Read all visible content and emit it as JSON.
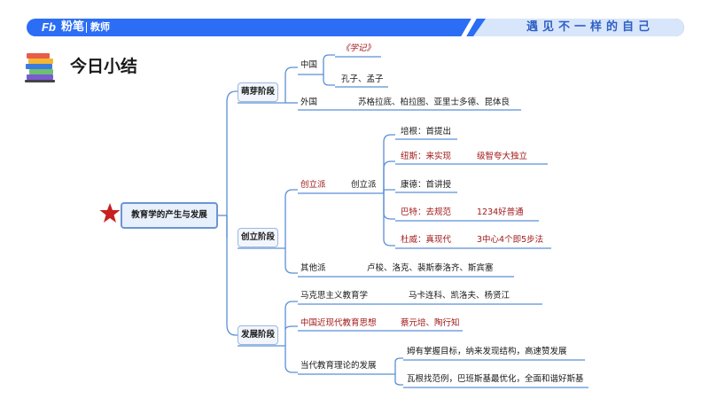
{
  "header": {
    "brand_logo": "Fb",
    "brand_name": "粉笔",
    "brand_role": "教师",
    "slogan": "遇见不一样的自己"
  },
  "title": "今日小结",
  "colors": {
    "accent": "#2b6ef5",
    "highlight": "#a01818",
    "line": "#5b8fd6"
  },
  "icons": {
    "star": "star-icon",
    "books": "books-icon"
  },
  "mindmap": {
    "root": "教育学的产生与发展",
    "stages": [
      {
        "label": "萌芽阶段",
        "branches": [
          {
            "label": "中国",
            "children": [
              "《学记》",
              "孔子、孟子"
            ]
          },
          {
            "label": "外国",
            "children": [
              "苏格拉底、柏拉图、亚里士多德、昆体良"
            ]
          }
        ]
      },
      {
        "label": "创立阶段",
        "branches": [
          {
            "label": "创立派",
            "sub_label": "创立派",
            "children": [
              {
                "name": "培根：首提出",
                "note": ""
              },
              {
                "name": "纽斯：来实现",
                "note": "级智夸大独立"
              },
              {
                "name": "康德：首讲授",
                "note": ""
              },
              {
                "name": "巴特：去规范",
                "note": "1234好普通"
              },
              {
                "name": "杜威：真现代",
                "note": "3中心4个即5步法"
              }
            ]
          },
          {
            "label": "其他派",
            "children": [
              "卢梭、洛克、裴斯泰洛齐、斯宾塞"
            ]
          }
        ]
      },
      {
        "label": "发展阶段",
        "branches": [
          {
            "label": "马克思主义教育学",
            "children": [
              "马卡连科、凯洛夫、杨贤江"
            ]
          },
          {
            "label": "中国近现代教育思想",
            "children": [
              "蔡元培、陶行知"
            ]
          },
          {
            "label": "当代教育理论的发展",
            "children": [
              "姆有掌握目标，纳来发现结构，高速赞发展",
              "瓦根找范例，巴班斯基最优化，全面和谐好斯基"
            ]
          }
        ]
      }
    ]
  }
}
